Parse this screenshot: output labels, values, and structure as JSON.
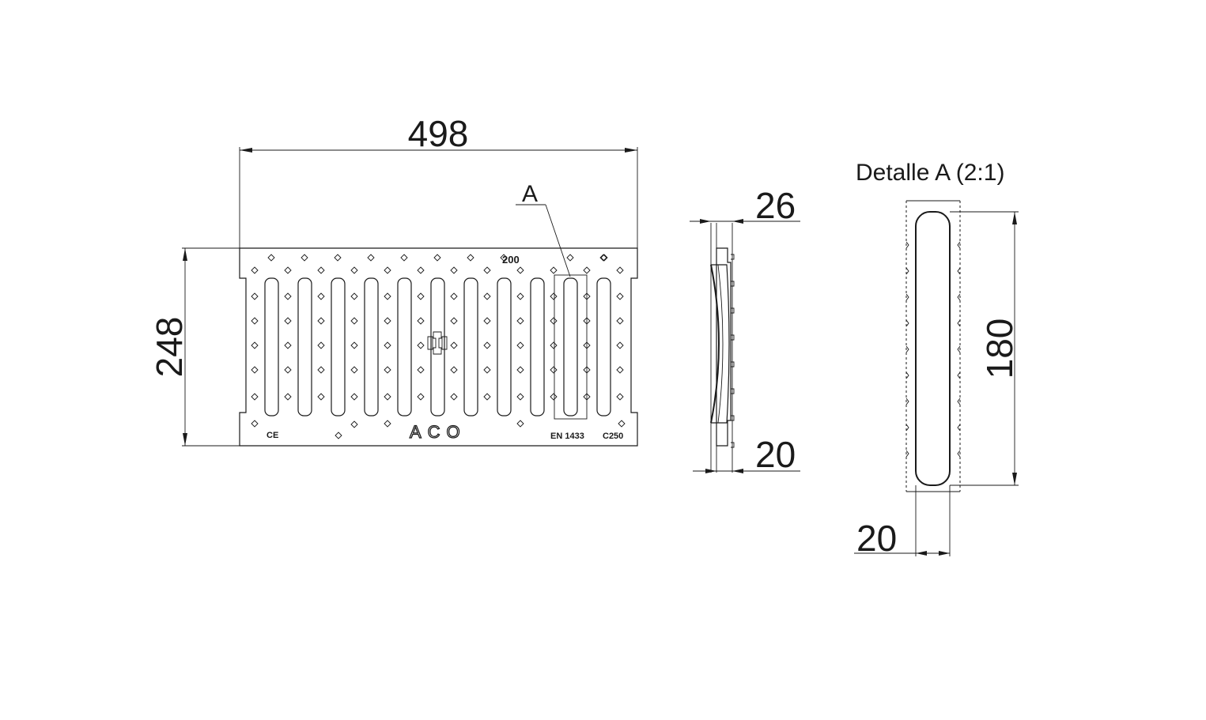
{
  "drawing": {
    "dimensions": {
      "grate_length": "498",
      "grate_width": "248",
      "side_height_top": "26",
      "side_height_bottom": "20",
      "detail_slot_length": "180",
      "detail_slot_width": "20"
    },
    "detail_marker": "A",
    "detail_title": "Detalle A (2:1)",
    "grate_markings": {
      "nominal_width": "200",
      "ce_mark": "CE",
      "brand": "ACO",
      "standard": "EN 1433",
      "load_class": "C250"
    },
    "slot_count": 11
  }
}
